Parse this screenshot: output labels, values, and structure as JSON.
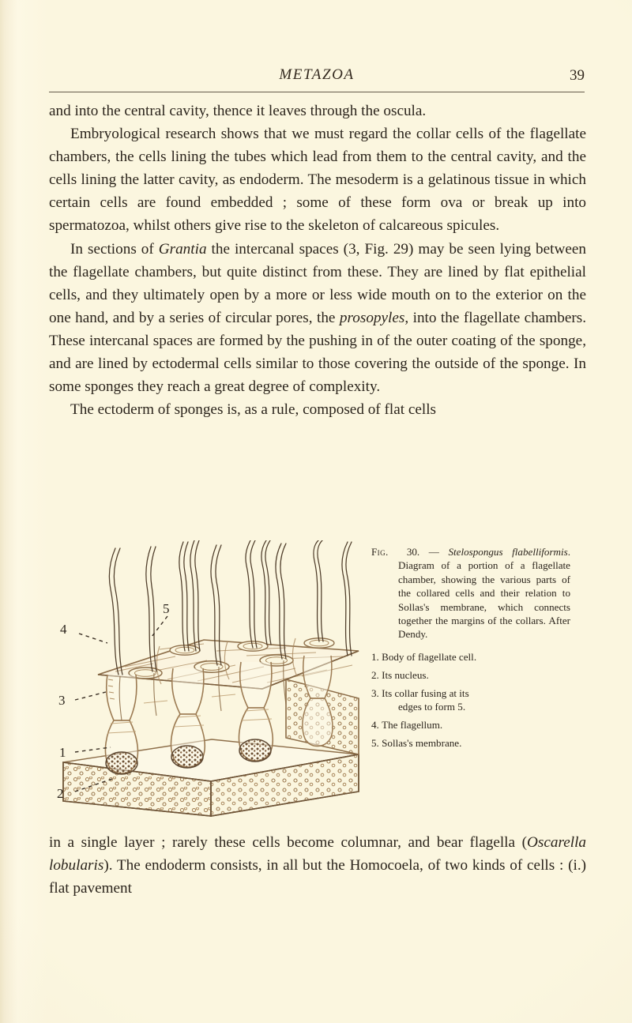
{
  "header": {
    "title": "METAZOA",
    "folio": "39"
  },
  "body_top": {
    "para1": "and into the central cavity, thence it leaves through the oscula.",
    "para2_a": "Embryological research shows that we must regard the collar cells of the flagellate chambers, the cells lining the tubes which lead from them to the central cavity, and the cells lining the latter cavity, as endoderm.  The mesoderm is a gelatinous tissue in which certain cells are found embedded ; some of these form ova or break up into spermatozoa, whilst others give rise to the skeleton of calcareous spicules.",
    "para3_a": "In sections of ",
    "para3_i1": "Grantia",
    "para3_b": " the intercanal spaces (3, Fig. 29) may be seen lying between the flagellate chambers, but quite distinct from these.  They are lined by flat epithelial cells, and they ultimately open by a more or less wide mouth on to the exterior on the one hand, and by a series of circular pores, the ",
    "para3_i2": "prosopyles",
    "para3_c": ", into the flagellate chambers.  These intercanal spaces are formed by the pushing in of the outer coating of the sponge, and are lined by ectodermal cells similar to those covering the outside of the sponge.  In some sponges they reach a great degree of complexity.",
    "para4": "The ectoderm of sponges is, as a rule, composed of flat cells"
  },
  "figure": {
    "caption_figno": "Fig.",
    "caption_number": "30.",
    "caption_dash": " — ",
    "caption_species": "Stelospongus flabelliformis",
    "caption_text": ". Diagram of a portion of a flagellate chamber, showing the various parts of the collared cells and their relation to Sollas's membrane, which connects together the margins of the collars. After Dendy.",
    "legend": [
      {
        "num": "1.",
        "text": "Body of flagellate cell."
      },
      {
        "num": "2.",
        "text": "Its nucleus."
      },
      {
        "num": "3.",
        "text": "Its collar fusing at its",
        "sub": "edges to form 5."
      },
      {
        "num": "4.",
        "text": "The flagellum."
      },
      {
        "num": "5.",
        "text": "Sollas's membrane."
      }
    ],
    "callouts": [
      {
        "id": "4",
        "label": "4"
      },
      {
        "id": "5",
        "label": "5"
      },
      {
        "id": "3",
        "label": "3"
      },
      {
        "id": "1",
        "label": "1"
      },
      {
        "id": "2",
        "label": "2"
      }
    ]
  },
  "body_bottom": {
    "para_a": "in a single layer ; rarely these cells become columnar, and bear flagella (",
    "para_i1": "Oscarella lobularis",
    "para_b": ").  The endoderm consists, in all but the Homocoela, of two kinds of cells : (i.) flat pavement"
  },
  "colors": {
    "paper": "#fbf6df",
    "ink_text": "#2b241c",
    "ink_drawing": "#9c7b53",
    "ink_drawing_dark": "#5d4731",
    "rule": "#4a3f31"
  }
}
